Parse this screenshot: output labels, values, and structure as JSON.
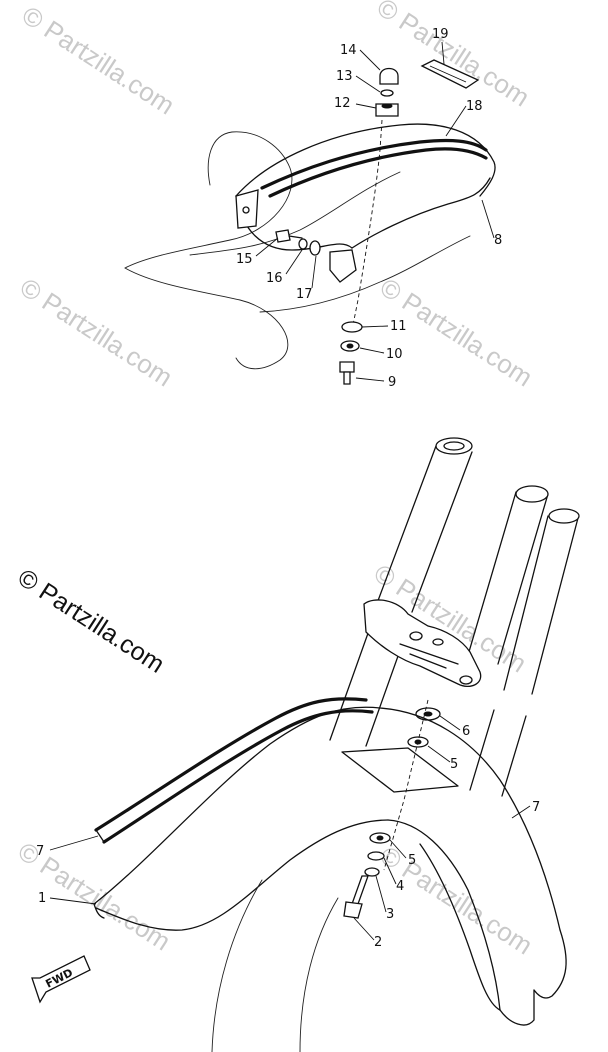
{
  "watermark": {
    "text": "© Partzilla.com",
    "color": "#c9c9c9"
  },
  "main_watermark": {
    "text": "© Partzilla.com"
  },
  "fwd_label": "FWD",
  "callouts": [
    {
      "id": "14",
      "label": "14"
    },
    {
      "id": "13",
      "label": "13"
    },
    {
      "id": "12",
      "label": "12"
    },
    {
      "id": "19",
      "label": "19"
    },
    {
      "id": "18",
      "label": "18"
    },
    {
      "id": "8",
      "label": "8"
    },
    {
      "id": "15",
      "label": "15"
    },
    {
      "id": "16",
      "label": "16"
    },
    {
      "id": "17",
      "label": "17"
    },
    {
      "id": "11",
      "label": "11"
    },
    {
      "id": "10",
      "label": "10"
    },
    {
      "id": "9",
      "label": "9"
    },
    {
      "id": "6",
      "label": "6"
    },
    {
      "id": "5a",
      "label": "5"
    },
    {
      "id": "5b",
      "label": "5"
    },
    {
      "id": "7a",
      "label": "7"
    },
    {
      "id": "7b",
      "label": "7"
    },
    {
      "id": "4",
      "label": "4"
    },
    {
      "id": "3",
      "label": "3"
    },
    {
      "id": "2",
      "label": "2"
    },
    {
      "id": "1",
      "label": "1"
    }
  ]
}
